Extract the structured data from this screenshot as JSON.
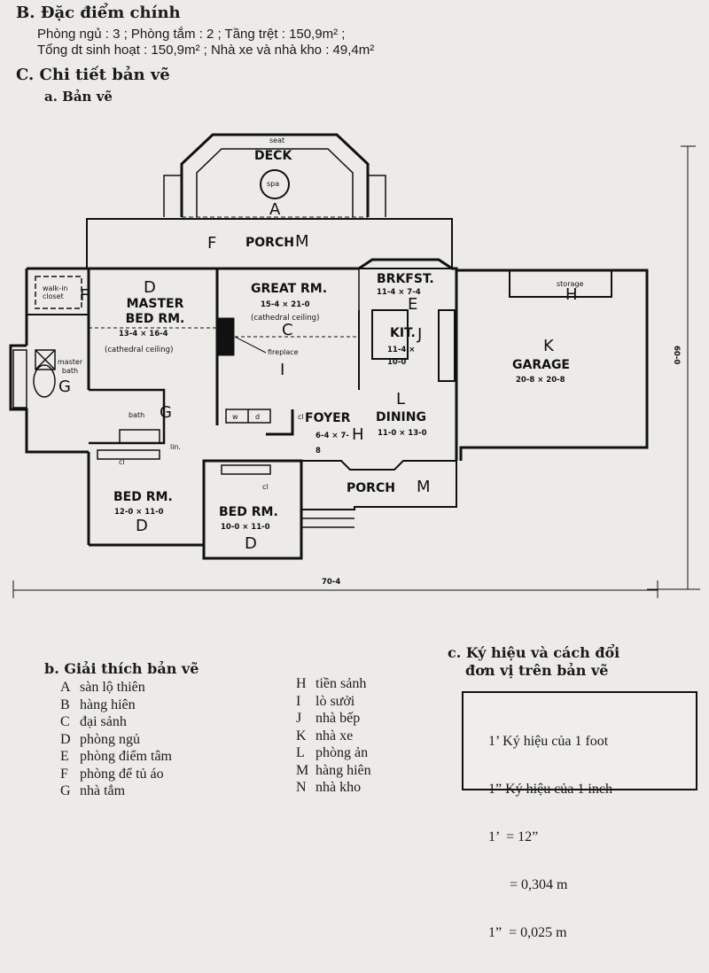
{
  "section_b": {
    "title": "B. Đặc điểm chính",
    "line1": "Phòng ngủ : 3    ;    Phòng tắm : 2    ;    Tầng trệt : 150,9m²    ;",
    "line2": "Tổng dt sinh hoạt : 150,9m²    ;    Nhà xe và nhà kho : 49,4m²"
  },
  "section_c": {
    "title": "C. Chi tiết bản vẽ",
    "sub_a": "a. Bản vẽ"
  },
  "plan": {
    "rooms": [
      {
        "id": "seat",
        "name": "seat"
      },
      {
        "id": "deck",
        "name": "DECK",
        "letter": "A"
      },
      {
        "id": "spa",
        "name": "spa"
      },
      {
        "id": "porch-rear",
        "name": "PORCH",
        "letter": "M",
        "extra_letter": "F"
      },
      {
        "id": "walk-in",
        "name": "walk-in closet",
        "letter": "F"
      },
      {
        "id": "master",
        "name": "MASTER BED RM.",
        "dims": "13-4 × 16-4",
        "note": "(cathedral ceiling)",
        "letter": "D"
      },
      {
        "id": "master-bath",
        "name": "master bath",
        "letter": "G"
      },
      {
        "id": "great",
        "name": "GREAT RM.",
        "dims": "15-4 × 21-0",
        "note": "(cathedral ceiling)",
        "letter": "C"
      },
      {
        "id": "fireplace",
        "name": "fireplace",
        "letter": "I"
      },
      {
        "id": "brkfst",
        "name": "BRKFST.",
        "dims": "11-4 × 7-4",
        "letter": "E"
      },
      {
        "id": "kit",
        "name": "KIT.",
        "dims": "11-4 × 10-0",
        "letter": "J"
      },
      {
        "id": "garage",
        "name": "GARAGE",
        "dims": "20-8 × 20-8",
        "letter": "K"
      },
      {
        "id": "storage",
        "name": "storage",
        "letter": "H"
      },
      {
        "id": "bath",
        "name": "bath",
        "letter": "G"
      },
      {
        "id": "lin",
        "name": "lin."
      },
      {
        "id": "foyer",
        "name": "FOYER",
        "dims": "6-4 × 7-8",
        "letter": "H"
      },
      {
        "id": "dining",
        "name": "DINING",
        "dims": "11-0 × 13-0",
        "letter": "L"
      },
      {
        "id": "porch-front",
        "name": "PORCH",
        "letter": "M"
      },
      {
        "id": "bed1",
        "name": "BED RM.",
        "dims": "12-0 × 11-0",
        "letter": "D"
      },
      {
        "id": "bed2",
        "name": "BED RM.",
        "dims": "10-0 × 11-0",
        "letter": "D"
      }
    ],
    "labels": {
      "cl": "cl",
      "w": "w",
      "d": "d"
    },
    "width_dim": "70-4",
    "depth_dim": "60-0"
  },
  "legend": {
    "title": "b. Giải thích bản vẽ",
    "col1": [
      {
        "k": "A",
        "v": "sàn lộ thiên"
      },
      {
        "k": "B",
        "v": "hàng hiên"
      },
      {
        "k": "C",
        "v": "đại sảnh"
      },
      {
        "k": "D",
        "v": "phòng ngủ"
      },
      {
        "k": "E",
        "v": "phòng điểm tâm"
      },
      {
        "k": "F",
        "v": "phòng để tủ áo"
      },
      {
        "k": "G",
        "v": "nhà tắm"
      }
    ],
    "col2": [
      {
        "k": "H",
        "v": "tiền sảnh"
      },
      {
        "k": "I",
        "v": "lò sưởi"
      },
      {
        "k": "J",
        "v": "nhà bếp"
      },
      {
        "k": "K",
        "v": "nhà xe"
      },
      {
        "k": "L",
        "v": "phòng ản"
      },
      {
        "k": "M",
        "v": "hàng hiên"
      },
      {
        "k": "N",
        "v": "nhà kho"
      }
    ]
  },
  "units": {
    "title_line1": "c. Ký hiệu và cách đổi",
    "title_line2": "đơn vị trên bản vẽ",
    "lines": [
      "1’ Ký hiệu của 1 foot",
      "1” Ký hiệu của 1 inch",
      "1’  = 12”",
      "      = 0,304 m",
      "1”  = 0,025 m"
    ]
  }
}
